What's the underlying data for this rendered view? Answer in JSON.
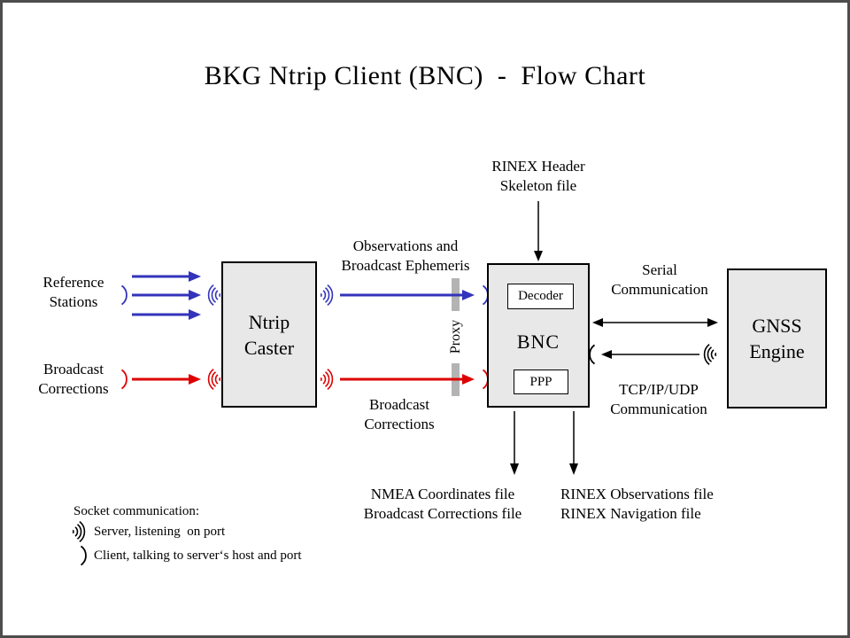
{
  "title": "BKG Ntrip Client (BNC)  -  Flow Chart",
  "colors": {
    "blue": "#3333bb",
    "red": "#dd0000",
    "black": "#000000",
    "box_fill": "#e8e8e8",
    "proxy_gray": "#b3b3b3",
    "frame_gray": "#4d4d4d"
  },
  "nodes": {
    "ntrip_caster": "Ntrip\nCaster",
    "bnc": "BNC",
    "decoder": "Decoder",
    "ppp": "PPP",
    "gnss_engine": "GNSS\nEngine"
  },
  "labels": {
    "reference_stations": "Reference\nStations",
    "broadcast_corrections_input": "Broadcast\nCorrections",
    "observations_ephemeris": "Observations and\nBroadcast Ephemeris",
    "broadcast_corrections_stream": "Broadcast\nCorrections",
    "proxy": "Proxy",
    "rinex_header_skeleton": "RINEX Header\nSkeleton file",
    "serial_communication": "Serial\nCommunication",
    "tcp_communication": "TCP/IP/UDP\nCommunication",
    "nmea_output": "NMEA Coordinates file\nBroadcast Corrections file",
    "rinex_output": "RINEX Observations file\nRINEX Navigation file"
  },
  "legend": {
    "heading": "Socket communication:",
    "server_item": "Server, listening  on port",
    "client_item": "Client, talking to server‘s host and port"
  },
  "icons": {
    "server_socket": ")))",
    "client_socket": ")"
  }
}
